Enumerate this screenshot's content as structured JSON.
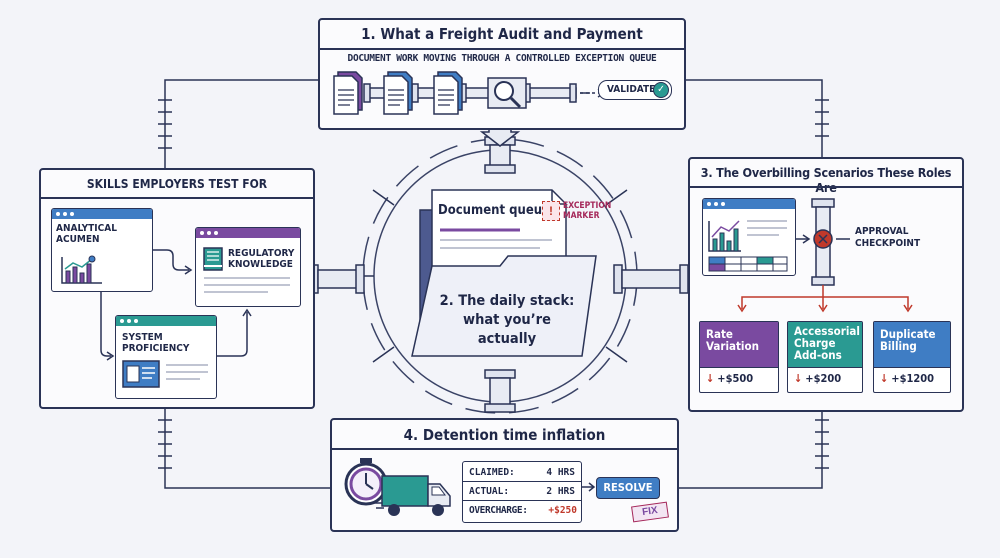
{
  "panels": {
    "p1": {
      "title": "1. What a Freight Audit and Payment",
      "subtitle": "DOCUMENT WORK MOVING THROUGH A CONTROLLED EXCEPTION QUEUE",
      "validate_label": "VALIDATE"
    },
    "skills": {
      "title": "SKILLS EMPLOYERS TEST FOR",
      "analytical": "ANALYTICAL ACUMEN",
      "regulatory": "REGULATORY KNOWLEDGE",
      "system": "SYSTEM PROFICIENCY"
    },
    "p2": {
      "queue_label": "Document queue",
      "exception_marker": "EXCEPTION MARKER",
      "title": "2. The daily stack: what you’re actually"
    },
    "p3": {
      "title": "3. The Overbilling Scenarios These Roles Are",
      "approval": "APPROVAL CHECKPOINT",
      "cards": [
        {
          "label": "Rate Variation",
          "amount": "+$500",
          "color": "#7a4aa0"
        },
        {
          "label": "Accessorial Charge Add-ons",
          "amount": "+$200",
          "color": "#2a9a92"
        },
        {
          "label": "Duplicate Billing",
          "amount": "+$1200",
          "color": "#3f7dc4"
        }
      ]
    },
    "p4": {
      "title": "4. Detention time inflation",
      "claimed_label": "CLAIMED:",
      "claimed_value": "4 HRS",
      "actual_label": "ACTUAL:",
      "actual_value": "2 HRS",
      "overcharge_label": "OVERCHARGE:",
      "overcharge_value": "+$250",
      "resolve_label": "RESOLVE",
      "fix_stamp": "FIX"
    }
  },
  "colors": {
    "navy": "#2a3356",
    "purple": "#7a4aa0",
    "teal": "#2a9a92",
    "blue": "#3f7dc4",
    "red": "#c0392b",
    "window_bar": "#3f7dc4"
  }
}
